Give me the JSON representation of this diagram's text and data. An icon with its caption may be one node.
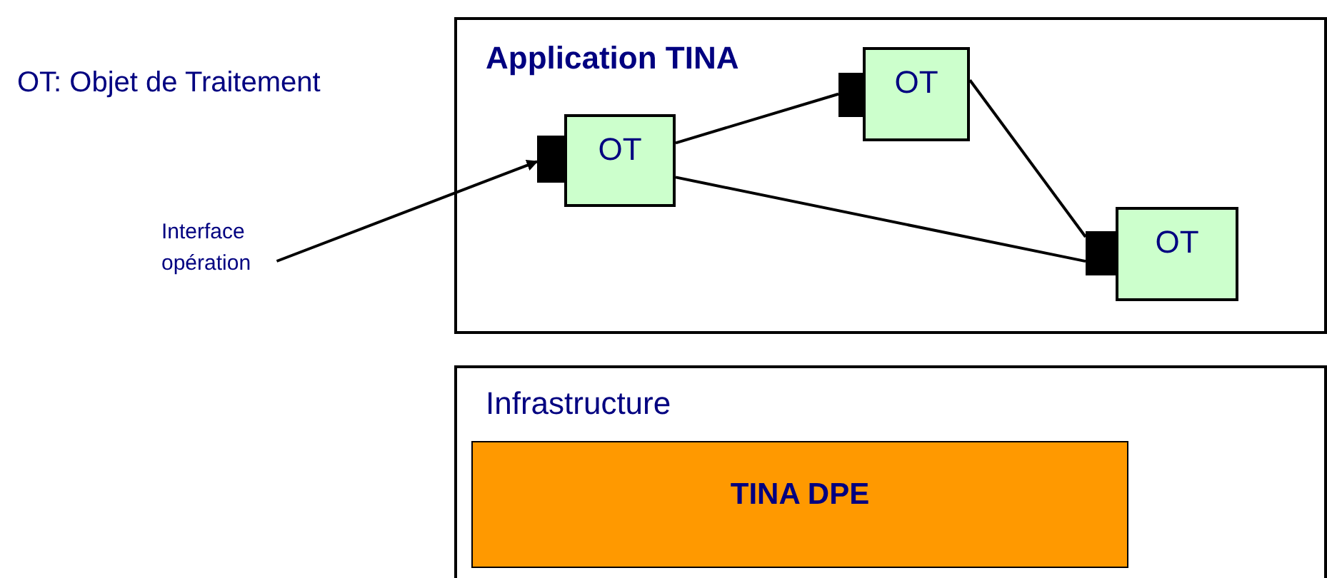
{
  "diagram": {
    "nodes": [
      {
        "text": [
          "Application TINA"
        ]
      },
      {
        "text": [],
        "shape": "box",
        "in": 0
      },
      {
        "text": [
          "OT"
        ],
        "in": 0
      },
      {
        "text": [],
        "shape": "box",
        "in": 0
      },
      {
        "text": [
          "OT"
        ],
        "in": 0
      },
      {
        "text": [],
        "shape": "box",
        "in": 0
      },
      {
        "text": [
          "OT"
        ],
        "in": 0
      },
      {
        "text": [
          "Infrastructure"
        ]
      },
      {
        "text": [
          "TINA DPE"
        ],
        "in": 7
      },
      {
        "text": [
          "Interface opération"
        ]
      }
    ],
    "edges": [
      {
        "from": 2,
        "to": 3,
        "arrow": "none"
      },
      {
        "from": 2,
        "to": 5,
        "arrow": "none"
      },
      {
        "from": 4,
        "to": 5,
        "arrow": "none"
      },
      {
        "from": 9,
        "to": 1,
        "arrow": "to"
      }
    ],
    "labels": [
      "OT: Objet de Traitement"
    ]
  }
}
